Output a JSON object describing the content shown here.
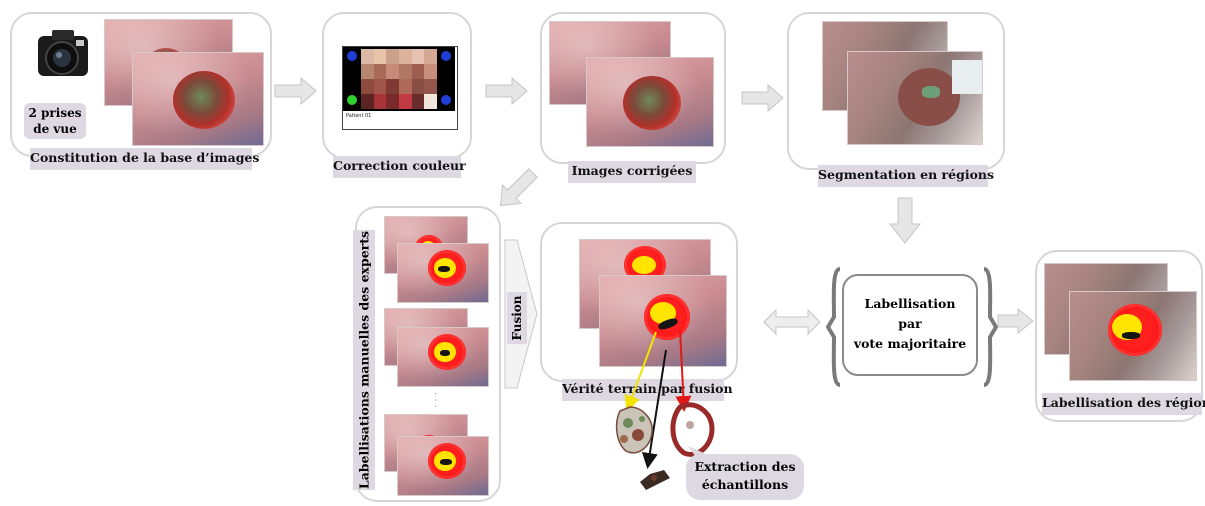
{
  "steps": {
    "constitution": {
      "label": "Constitution de la base d’images",
      "badge_line1": "2 prises",
      "badge_line2": "de vue"
    },
    "correction": {
      "label": "Correction couleur",
      "chart_caption": "Patient 01"
    },
    "corrected": {
      "label": "Images corrigées"
    },
    "segmentation": {
      "label": "Segmentation en régions"
    },
    "experts": {
      "label": "Labellisations manuelles des experts",
      "dots": "· · ·"
    },
    "fusion": {
      "label": "Fusion"
    },
    "ground_truth": {
      "label": "Vérité terrain par fusion"
    },
    "extraction": {
      "label_line1": "Extraction des",
      "label_line2": "échantillons"
    },
    "vote": {
      "line1": "Labellisation",
      "line2": "par",
      "line3": "vote majoritaire"
    },
    "regions": {
      "label": "Labellisation des régions"
    }
  },
  "colors": {
    "label_bg": "#ddd8e2",
    "box_border": "#d6d6d6",
    "arrow_fill": "#e6e6e6",
    "arrow_stroke": "#c4c4c4",
    "label_yellow": "#ffe400",
    "label_red": "#ff2020",
    "label_black": "#151515",
    "calib_blue": "#1f3fd6",
    "calib_green": "#2ed12e"
  },
  "icons": {
    "camera": "camera-icon",
    "color_chart": "color-chart-icon"
  }
}
